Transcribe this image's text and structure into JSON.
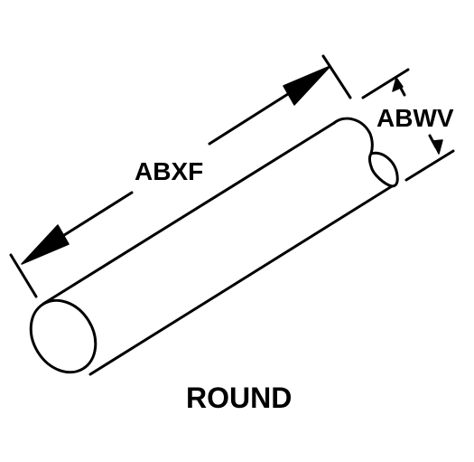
{
  "dimensions": {
    "length_label": "ABXF",
    "diameter_label": "ABWV"
  },
  "caption": "ROUND",
  "colors": {
    "line": "#000000",
    "background": "#ffffff"
  }
}
